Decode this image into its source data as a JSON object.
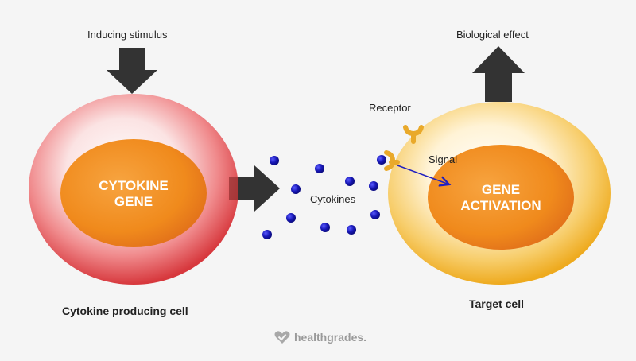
{
  "labels": {
    "inducing_stimulus": "Inducing stimulus",
    "biological_effect": "Biological effect",
    "receptor": "Receptor",
    "signal": "Signal",
    "cytokines": "Cytokines"
  },
  "left_cell": {
    "nucleus_line1": "CYTOKINE",
    "nucleus_line2": "GENE",
    "caption": "Cytokine producing cell"
  },
  "right_cell": {
    "nucleus_line1": "GENE",
    "nucleus_line2": "ACTIVATION",
    "caption": "Target cell"
  },
  "brand": {
    "name": "healthgrades.",
    "icon": "heart-check-icon"
  },
  "colors": {
    "left_cell": "#e0474c",
    "right_cell": "#f2b632",
    "nucleus": "#f08a1c",
    "cytokine": "#1a1ab0",
    "arrow": "#333333",
    "receptor": "#f2b632",
    "signal_arrow": "#2020c0"
  }
}
